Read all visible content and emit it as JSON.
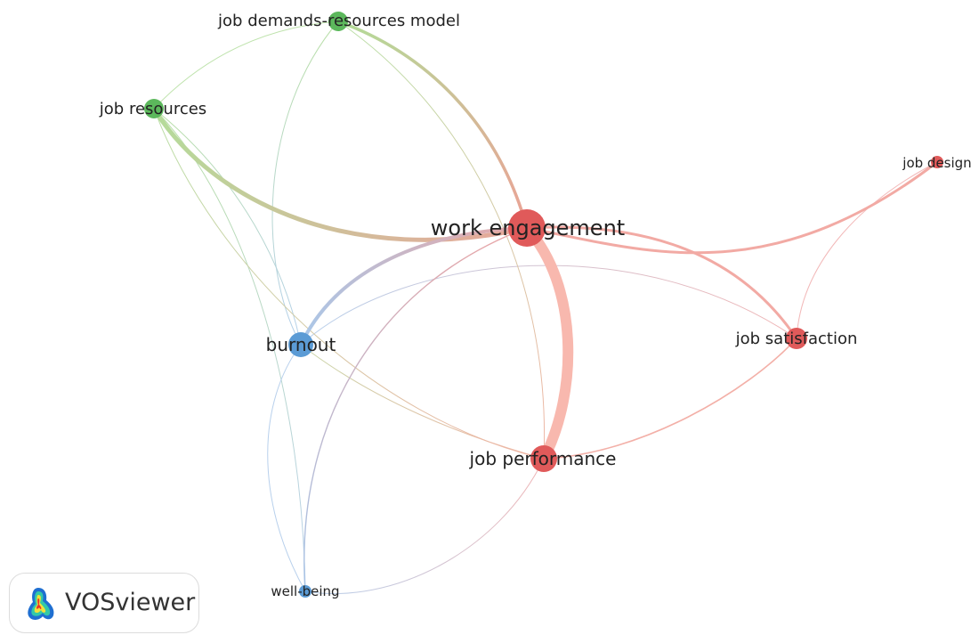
{
  "network": {
    "nodes": [
      {
        "id": "work_engagement",
        "label": "work engagement",
        "cluster": "red"
      },
      {
        "id": "job_performance",
        "label": "job performance",
        "cluster": "red"
      },
      {
        "id": "job_satisfaction",
        "label": "job satisfaction",
        "cluster": "red"
      },
      {
        "id": "job_design",
        "label": "job design",
        "cluster": "red"
      },
      {
        "id": "jdr_model",
        "label": "job demands-resources model",
        "cluster": "green"
      },
      {
        "id": "job_resources",
        "label": "job resources",
        "cluster": "green"
      },
      {
        "id": "burnout",
        "label": "burnout",
        "cluster": "blue"
      },
      {
        "id": "well_being",
        "label": "well-being",
        "cluster": "blue"
      }
    ],
    "links": [
      {
        "source": "work_engagement",
        "target": "job_performance",
        "strength": "strong"
      },
      {
        "source": "work_engagement",
        "target": "job_resources",
        "strength": "medium"
      },
      {
        "source": "work_engagement",
        "target": "jdr_model",
        "strength": "medium"
      },
      {
        "source": "work_engagement",
        "target": "burnout",
        "strength": "medium"
      },
      {
        "source": "work_engagement",
        "target": "job_design",
        "strength": "medium"
      },
      {
        "source": "work_engagement",
        "target": "job_satisfaction",
        "strength": "medium"
      },
      {
        "source": "job_performance",
        "target": "job_satisfaction",
        "strength": "weak"
      },
      {
        "source": "job_design",
        "target": "job_satisfaction",
        "strength": "weak"
      },
      {
        "source": "job_performance",
        "target": "jdr_model",
        "strength": "weak"
      },
      {
        "source": "job_performance",
        "target": "burnout",
        "strength": "weak"
      },
      {
        "source": "job_performance",
        "target": "job_resources",
        "strength": "weak"
      },
      {
        "source": "job_performance",
        "target": "well_being",
        "strength": "weak"
      },
      {
        "source": "work_engagement",
        "target": "well_being",
        "strength": "weak"
      },
      {
        "source": "burnout",
        "target": "job_resources",
        "strength": "weak"
      },
      {
        "source": "burnout",
        "target": "jdr_model",
        "strength": "weak"
      },
      {
        "source": "burnout",
        "target": "job_satisfaction",
        "strength": "weak"
      },
      {
        "source": "burnout",
        "target": "well_being",
        "strength": "weak"
      },
      {
        "source": "job_resources",
        "target": "jdr_model",
        "strength": "weak"
      },
      {
        "source": "job_resources",
        "target": "well_being",
        "strength": "weak"
      }
    ]
  },
  "clusters": {
    "red": "#e05a5a",
    "green": "#5cb85c",
    "blue": "#5b9bd5"
  },
  "brand": {
    "name": "VOSviewer"
  }
}
